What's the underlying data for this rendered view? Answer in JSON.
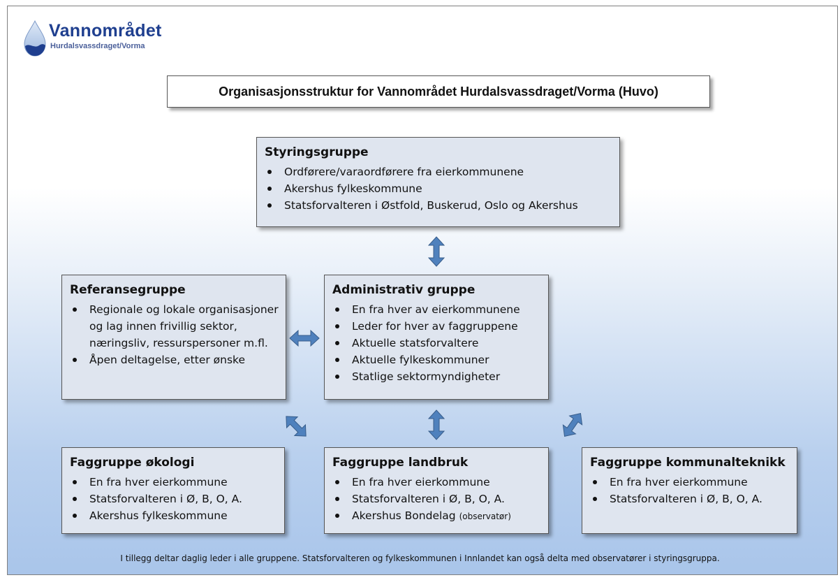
{
  "logo": {
    "title": "Vannområdet",
    "subtitle": "Hurdalsvassdraget/Vorma"
  },
  "title": "Organisasjonsstruktur for Vannområdet Hurdalsvassdraget/Vorma (Huvo)",
  "boxes": {
    "styring": {
      "heading": "Styringsgruppe",
      "items": [
        "Ordførere/varaordførere fra eierkommunene",
        "Akershus fylkeskommune",
        "Statsforvalteren i Østfold, Buskerud, Oslo og Akershus"
      ]
    },
    "referanse": {
      "heading": "Referansegruppe",
      "items": [
        "Regionale og lokale organisasjoner og lag innen frivillig sektor, næringsliv, ressurspersoner m.fl.",
        "Åpen deltagelse, etter ønske"
      ]
    },
    "admin": {
      "heading": "Administrativ gruppe",
      "items": [
        "En fra hver av eierkommunene",
        "Leder for hver av faggruppene",
        "Aktuelle statsforvaltere",
        "Aktuelle fylkeskommuner",
        "Statlige sektormyndigheter"
      ]
    },
    "okologi": {
      "heading": "Faggruppe økologi",
      "items": [
        "En fra hver eierkommune",
        "Statsforvalteren i Ø, B, O, A.",
        "Akershus fylkeskommune"
      ]
    },
    "landbruk": {
      "heading": "Faggruppe landbruk",
      "items": [
        "En fra hver eierkommune",
        "Statsforvalteren i Ø, B, O, A."
      ],
      "item3_main": "Akershus Bondelag",
      "item3_note": "(observatør)"
    },
    "kommunal": {
      "heading": "Faggruppe kommunalteknikk",
      "items": [
        "En fra hver eierkommune",
        "Statsforvalteren i Ø, B, O, A."
      ]
    }
  },
  "footnote": "I tillegg deltar daglig leder i alle gruppene. Statsforvalteren og fylkeskommunen i Innlandet kan også delta med observatører i styringsgruppa.",
  "colors": {
    "box_fill": "#dfe5ef",
    "arrow_fill": "#4f81bd",
    "logo_blue": "#1f3f8f"
  }
}
